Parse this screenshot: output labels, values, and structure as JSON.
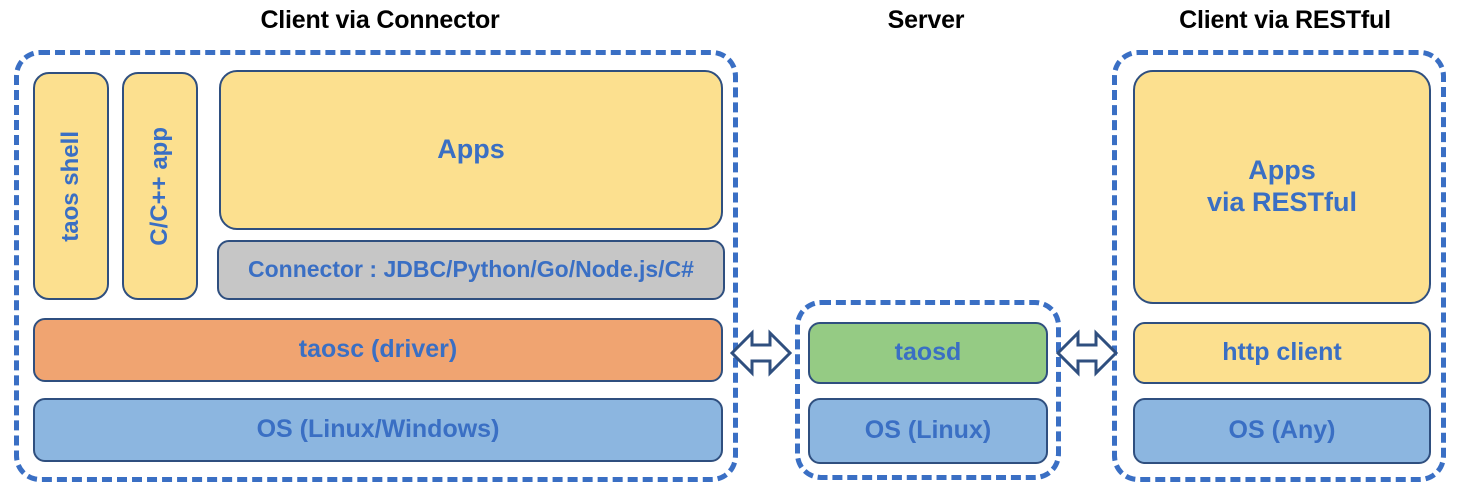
{
  "diagram": {
    "title_groups": [
      {
        "id": "connector",
        "label": "Client via Connector"
      },
      {
        "id": "server",
        "label": "Server"
      },
      {
        "id": "restful",
        "label": "Client via RESTful"
      }
    ],
    "client_connector": {
      "taos_shell": "taos shell",
      "cpp_app": "C/C++ app",
      "apps": "Apps",
      "connector": "Connector : JDBC/Python/Go/Node.js/C#",
      "taosc": "taosc (driver)",
      "os": "OS (Linux/Windows)"
    },
    "server": {
      "taosd": "taosd",
      "os": "OS (Linux)"
    },
    "client_restful": {
      "apps": "Apps\nvia RESTful",
      "apps_line1": "Apps",
      "apps_line2": "via RESTful",
      "http_client": "http client",
      "os": "OS (Any)"
    },
    "connections": [
      {
        "id": "left-arrow",
        "icon": "double-arrow-horizontal-icon",
        "from": "client_connector",
        "to": "server"
      },
      {
        "id": "right-arrow",
        "icon": "double-arrow-horizontal-icon",
        "from": "server",
        "to": "client_restful"
      }
    ],
    "colors": {
      "panel_dashed_border": "#3a6fc4",
      "block_border": "#2f4f7f",
      "text_blue": "#3a6fc4",
      "title_black": "#000000",
      "yellow": "#fce08f",
      "orange": "#f0a471",
      "blue": "#8cb6e0",
      "green": "#95cb84",
      "gray": "#c6c6c6",
      "background": "#ffffff"
    }
  }
}
